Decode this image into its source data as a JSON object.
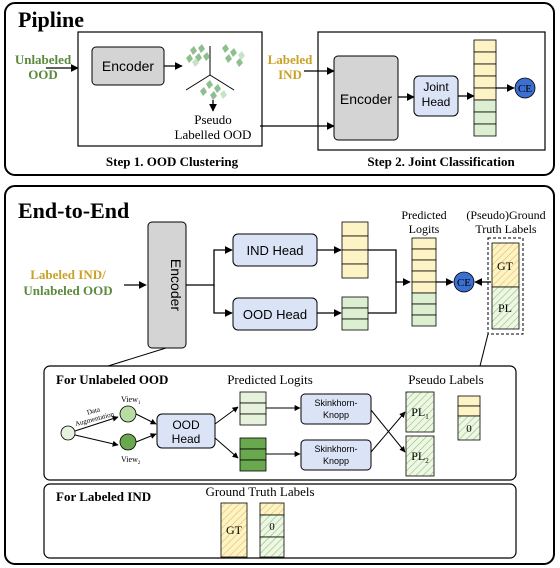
{
  "pipeline": {
    "title": "Pipline",
    "step1": {
      "input_line1": "Unlabeled",
      "input_line2": "OOD",
      "encoder": "Encoder",
      "pseudo_line1": "Pseudo",
      "pseudo_line2": "Labelled OOD",
      "caption": "Step 1. OOD Clustering"
    },
    "step2": {
      "input_line1": "Labeled",
      "input_line2": "IND",
      "encoder": "Encoder",
      "head_line1": "Joint",
      "head_line2": "Head",
      "loss": "CE",
      "caption": "Step 2. Joint Classification"
    }
  },
  "e2e": {
    "title": "End-to-End",
    "input_line1": "Labeled IND/",
    "input_line2": "Unlabeled OOD",
    "encoder": "Encoder",
    "ind_head": "IND Head",
    "ood_head": "OOD Head",
    "pred_line1": "Predicted",
    "pred_line2": "Logits",
    "gt_line1": "(Pseudo)Ground",
    "gt_line2": "Truth Labels",
    "gt_cell": "GT",
    "pl_cell": "PL",
    "loss": "CE",
    "ood_panel": {
      "title": "For Unlabeled OOD",
      "aug_line1": "Data",
      "aug_line2": "Augmentation",
      "view1": "View",
      "view1_sub": "1",
      "view2": "View",
      "view2_sub": "2",
      "head_line1": "OOD",
      "head_line2": "Head",
      "pred_title": "Predicted Logits",
      "sk_line1": "Skinkhorn-",
      "sk_line2": "Knopp",
      "pseudo_title": "Pseudo Labels",
      "pl": "PL",
      "pl1_sub": "1",
      "pl2_sub": "2",
      "zero": "0"
    },
    "ind_panel": {
      "title": "For Labeled IND",
      "gt_title": "Ground Truth Labels",
      "gt_cell": "GT",
      "zero": "0"
    }
  },
  "colors": {
    "ind_yellow": "#fdf3c4",
    "ind_yellow_border": "#c8a032",
    "ood_green": "#dcefd0",
    "ood_green_border": "#5f8f45",
    "ood_green_dark": "#6aa84f",
    "head_blue": "#dbe3f6",
    "loss_blue": "#3b6fd1",
    "encoder_gray": "#d4d4d4",
    "label_gold": "#c9a227",
    "label_green": "#5b8a3c"
  }
}
